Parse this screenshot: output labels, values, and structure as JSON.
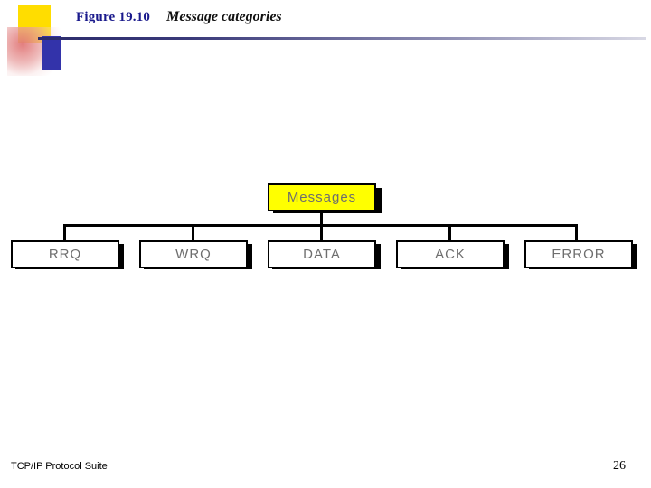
{
  "header": {
    "figure_label": "Figure 19.10",
    "figure_title": "Message categories"
  },
  "footer": {
    "left_text": "TCP/IP Protocol Suite",
    "page_number": "26"
  },
  "colors": {
    "root_fill": "#ffff00",
    "node_text": "#6e6e6e",
    "border": "#000000",
    "title_blue": "#1a1a8c",
    "deco_yellow": "#ffdd00",
    "deco_blue": "#3333aa"
  },
  "diagram": {
    "type": "tree",
    "root": {
      "label": "Messages"
    },
    "children": [
      {
        "label": "RRQ"
      },
      {
        "label": "WRQ"
      },
      {
        "label": "DATA"
      },
      {
        "label": "ACK"
      },
      {
        "label": "ERROR"
      }
    ]
  }
}
